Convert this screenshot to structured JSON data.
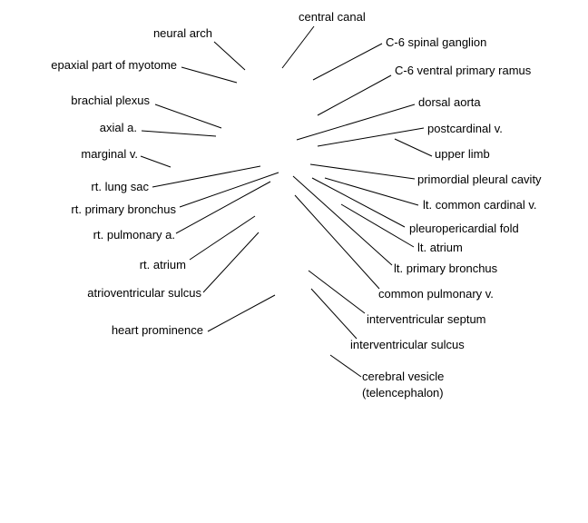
{
  "labels": {
    "neural_arch": "neural arch",
    "epaxial": "epaxial part of myotome",
    "brachial_plexus": "brachial plexus",
    "axial_a": "axial a.",
    "marginal_v": "marginal v.",
    "rt_lung_sac": "rt. lung sac",
    "rt_primary_bronchus": "rt. primary bronchus",
    "rt_pulmonary_a": "rt. pulmonary a.",
    "rt_atrium": "rt. atrium",
    "av_sulcus": "atrioventricular sulcus",
    "heart_prominence": "heart prominence",
    "central_canal": "central canal",
    "c6_spinal_ganglion": "C-6 spinal ganglion",
    "c6_ventral_ramus": "C-6 ventral primary ramus",
    "dorsal_aorta": "dorsal aorta",
    "postcardinal_v": "postcardinal v.",
    "upper_limb": "upper limb",
    "primordial_pleural": "primordial pleural cavity",
    "lt_common_cardinal": "lt. common cardinal v.",
    "pleuropericardial_fold": "pleuropericardial fold",
    "lt_atrium": "lt. atrium",
    "lt_primary_bronchus": "lt. primary bronchus",
    "common_pulmonary_v": "common pulmonary v.",
    "iv_septum": "interventricular septum",
    "iv_sulcus": "interventricular sulcus",
    "cerebral_vesicle_1": "cerebral vesicle",
    "cerebral_vesicle_2": "(telencephalon)"
  }
}
